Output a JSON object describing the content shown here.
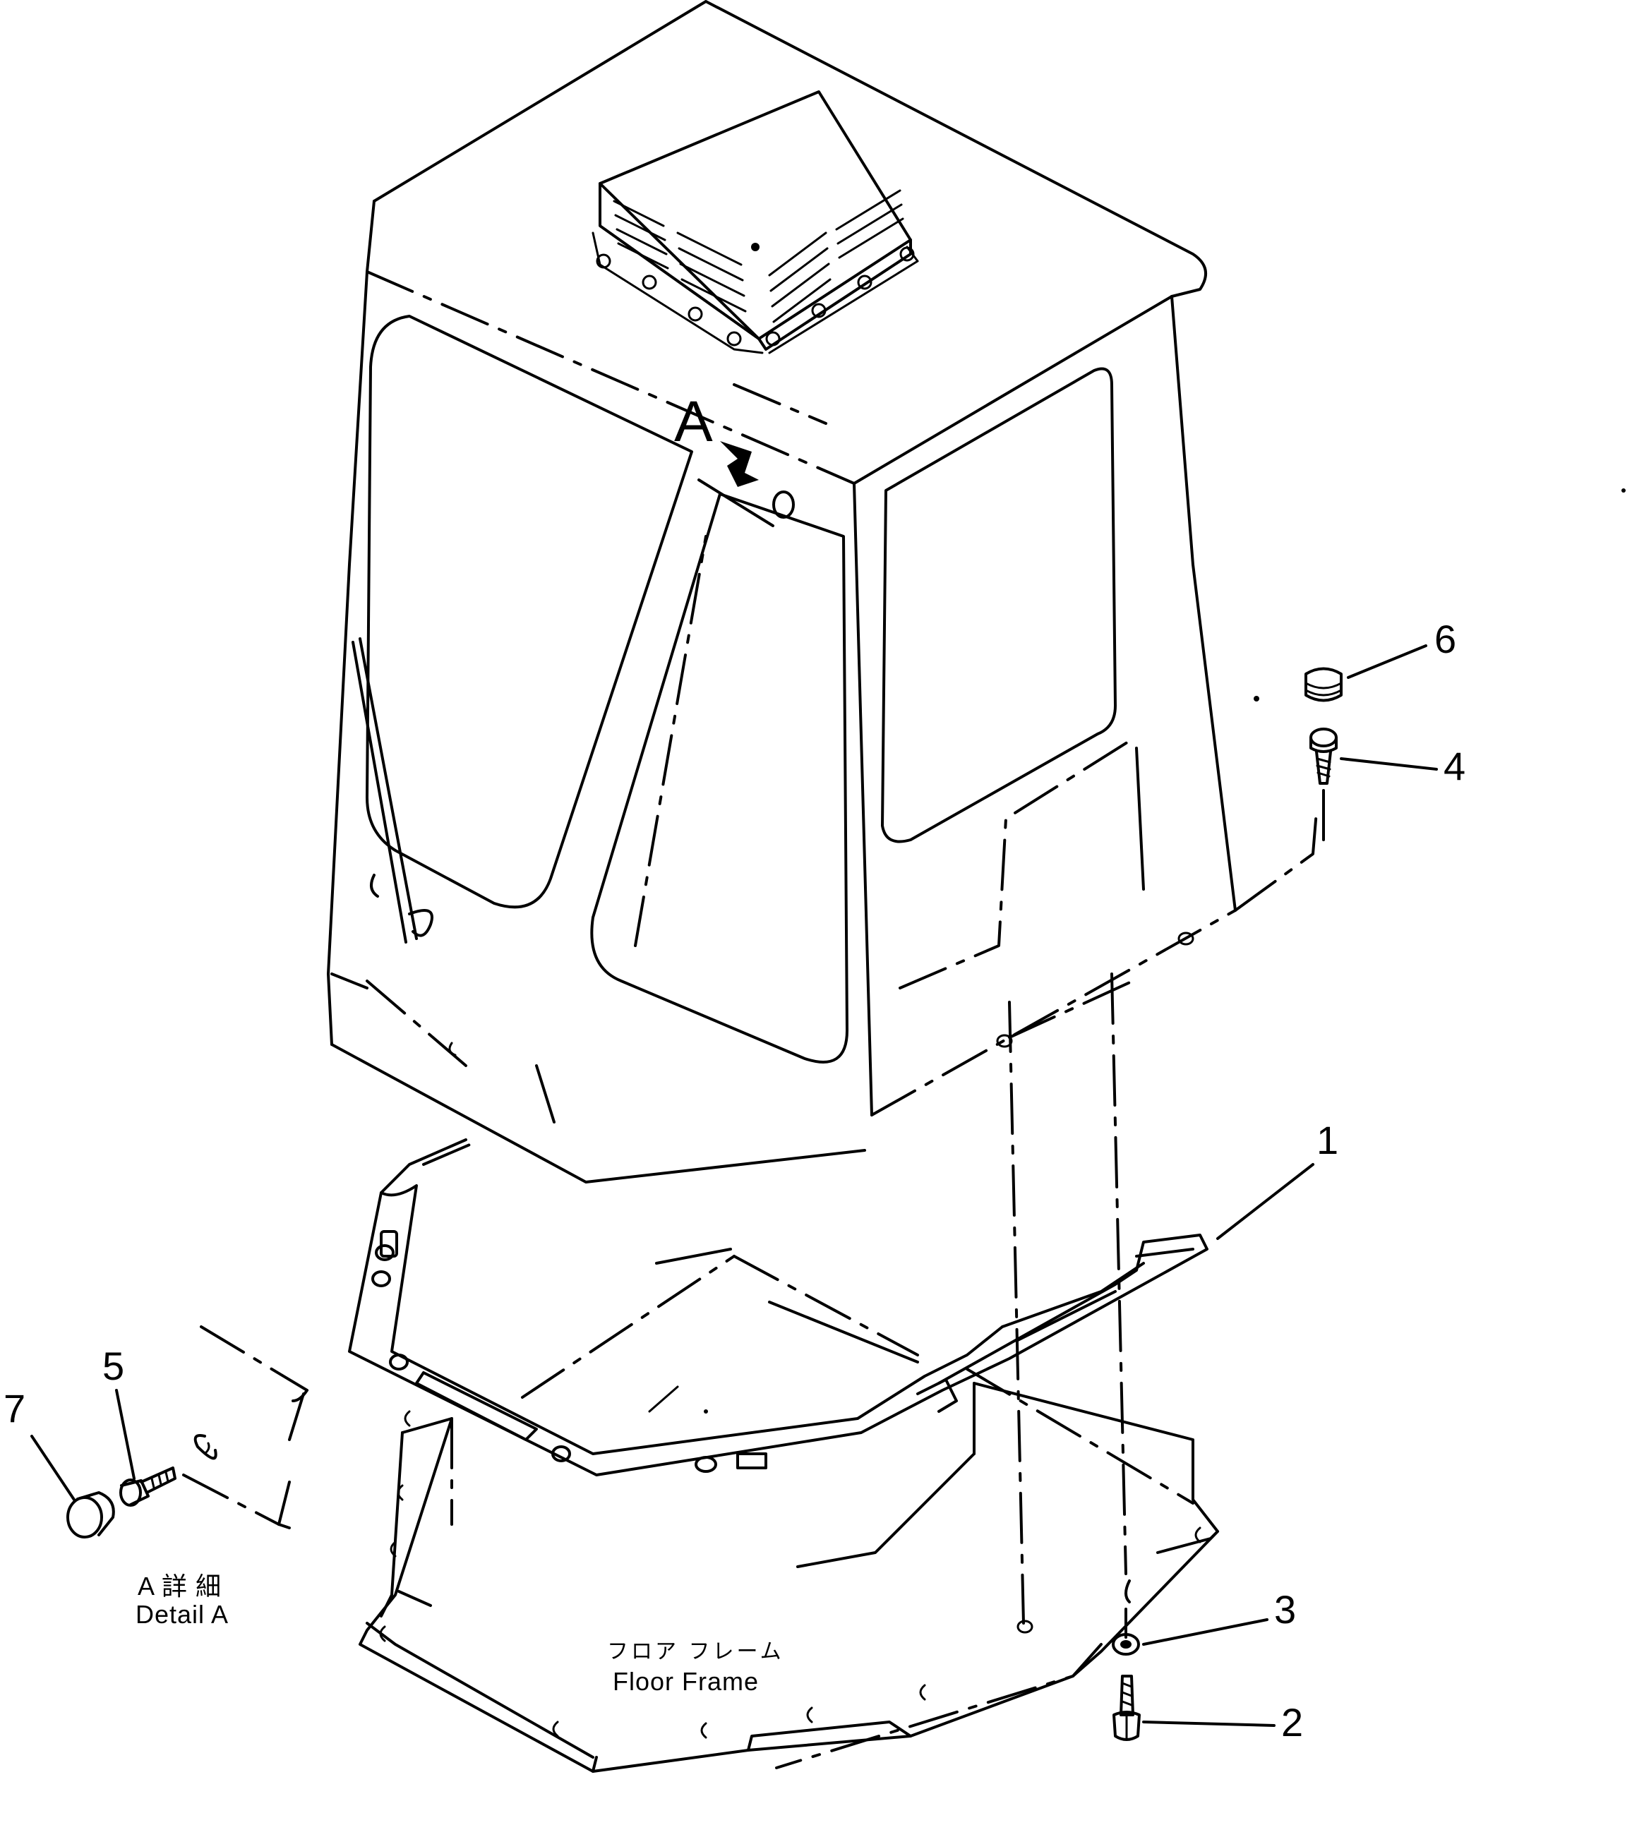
{
  "view_marker": "A",
  "callouts": {
    "p1": "1",
    "p2": "2",
    "p3": "3",
    "p4": "4",
    "p5": "5",
    "p6": "6",
    "p7": "7"
  },
  "detail_caption": {
    "jp": "A 詳 細",
    "en": "Detail A"
  },
  "floor_frame_caption": {
    "jp": "フロア フレーム",
    "en": "Floor Frame"
  }
}
